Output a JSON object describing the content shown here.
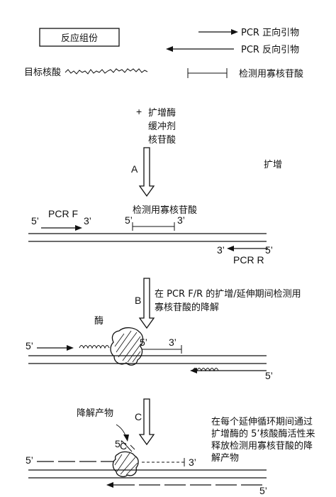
{
  "legend": {
    "reaction_components": "反应组份",
    "forward_primer": "PCR 正向引物",
    "reverse_primer": "PCR 反向引物",
    "target_nucleic_acid": "目标核酸",
    "probe": "检测用寡核苷酸"
  },
  "additives": {
    "plus": "+",
    "enzyme": "扩增酶",
    "buffer": "缓冲剂",
    "nucleotides": "核苷酸"
  },
  "steps": {
    "a": {
      "letter": "A",
      "label": "扩增"
    },
    "b": {
      "letter": "B",
      "line1": "在 PCR F/R 的扩增/延伸期间检测用",
      "line2": "寡核苷酸的降解"
    },
    "c": {
      "letter": "C",
      "line1": "在每个延伸循环期间通过",
      "line2": "扩增酶的 5’核酸酶活性来",
      "line3": "释放检测用寡核苷酸的降",
      "line4": "解产物"
    }
  },
  "panel1": {
    "five_prime_left": "5’",
    "pcr_f": "PCR F",
    "three_prime_f": "3’",
    "probe_label": "检测用寡核苷酸",
    "probe_five": "5’",
    "probe_three": "3’",
    "three_prime_r": "3’",
    "five_prime_r": "5’",
    "pcr_r": "PCR R"
  },
  "panel2": {
    "enzyme_label": "酶",
    "five_prime_left": "5’",
    "probe_five": "5’",
    "probe_three": "3’",
    "five_prime_right": "5’"
  },
  "panel3": {
    "products_label": "降解产物",
    "c_mark": "C",
    "five_prime_left": "5’",
    "probe_five": "5’",
    "probe_three": "3’",
    "five_prime_right": "5’"
  }
}
